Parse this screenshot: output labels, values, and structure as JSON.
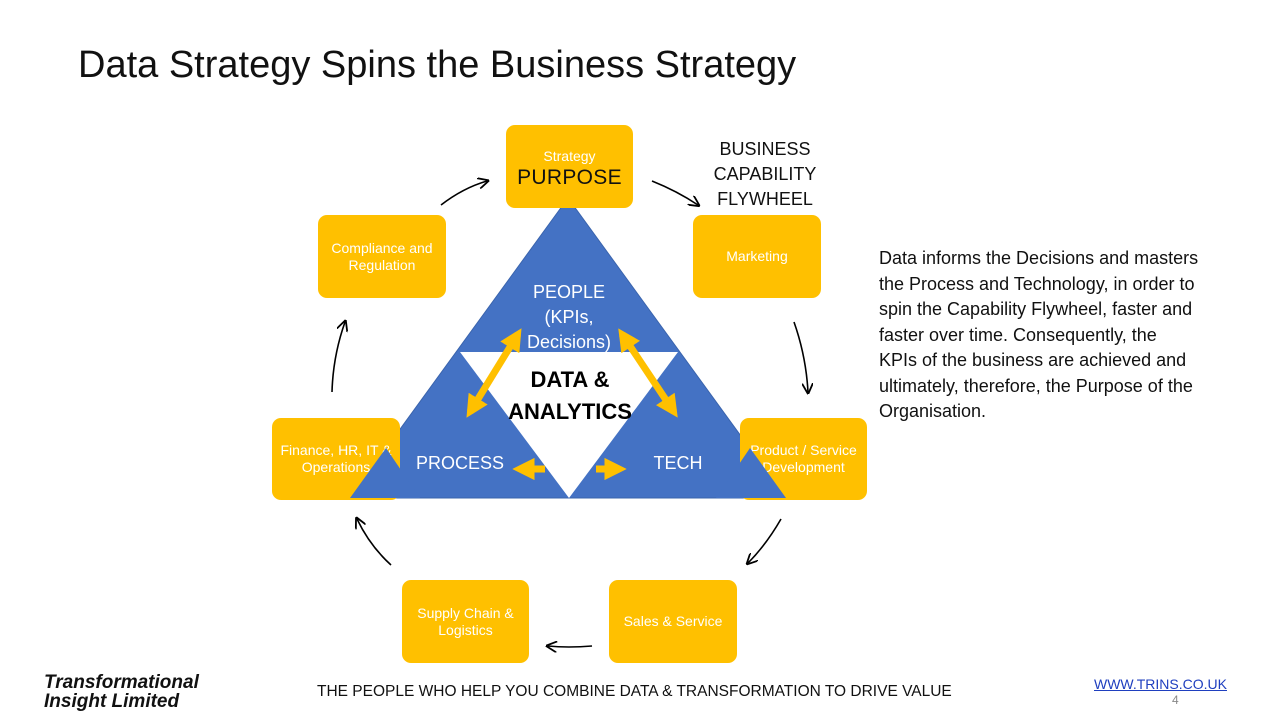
{
  "title": "Data Strategy Spins the Business Strategy",
  "flywheel_label": [
    "BUSINESS",
    "CAPABILITY",
    "FLYWHEEL"
  ],
  "boxes": {
    "strategy": {
      "small": "Strategy",
      "big": "PURPOSE"
    },
    "marketing": {
      "lines": [
        "Marketing"
      ]
    },
    "product": {
      "lines": [
        "Product / Service",
        "Development"
      ]
    },
    "sales": {
      "lines": [
        "Sales & Service"
      ]
    },
    "supply": {
      "lines": [
        "Supply Chain &",
        "Logistics"
      ]
    },
    "finance": {
      "lines": [
        "Finance, HR, IT &",
        "Operations"
      ]
    },
    "compliance": {
      "lines": [
        "Compliance and",
        "Regulation"
      ]
    }
  },
  "triangle": {
    "people": [
      "PEOPLE",
      "(KPIs,",
      "Decisions)"
    ],
    "process": "PROCESS",
    "tech": "TECH",
    "center": [
      "DATA &",
      "ANALYTICS"
    ]
  },
  "side_text": "Data informs the Decisions and masters the Process and Technology, in order to spin the Capability Flywheel, faster and faster over time.  Consequently, the KPIs of the business are achieved and ultimately, therefore, the Purpose of the Organisation.",
  "footer": {
    "brand": [
      "Transformational",
      "Insight Limited"
    ],
    "tagline": "THE PEOPLE WHO HELP YOU COMBINE DATA & TRANSFORMATION TO DRIVE VALUE",
    "website": "WWW.TRINS.CO.UK",
    "page_number": "4"
  },
  "colors": {
    "box": "#ffc000",
    "triangle": "#4472c4",
    "center": "#ffffff",
    "arrow": "#000000"
  }
}
